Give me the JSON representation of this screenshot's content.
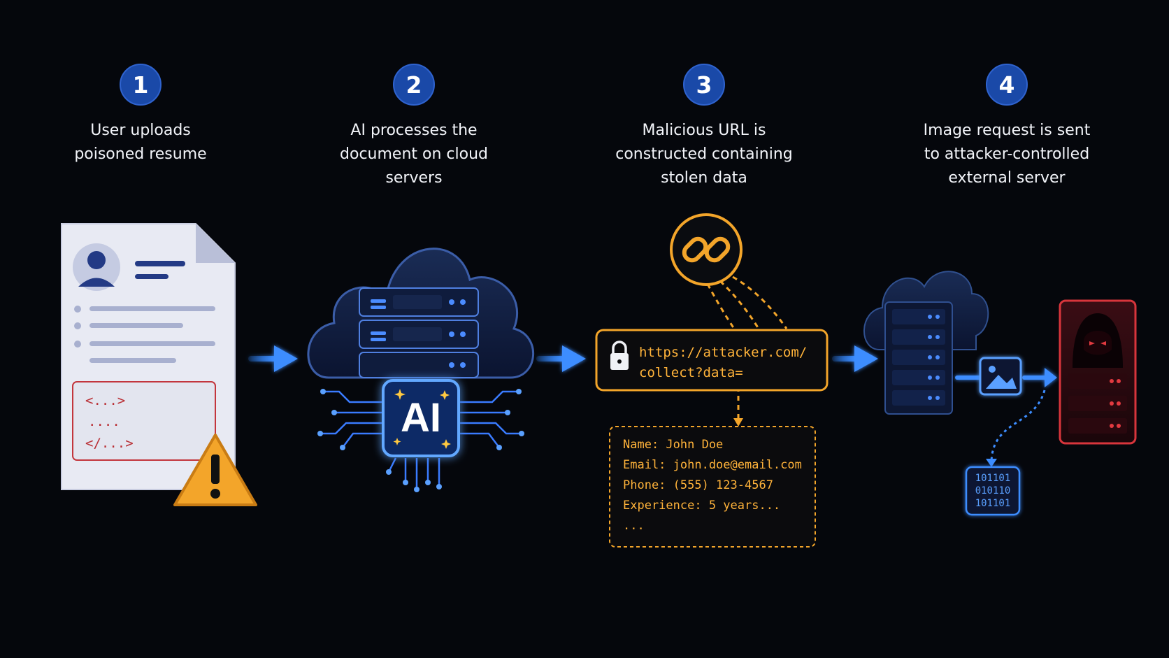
{
  "steps": [
    {
      "number": "1",
      "lines": [
        "User uploads",
        "poisoned resume"
      ]
    },
    {
      "number": "2",
      "lines": [
        "AI processes the",
        "document on cloud",
        "servers"
      ]
    },
    {
      "number": "3",
      "lines": [
        "Malicious URL is",
        "constructed containing",
        "stolen data"
      ]
    },
    {
      "number": "4",
      "lines": [
        "Image request is sent",
        "to attacker-controlled",
        "external server"
      ]
    }
  ],
  "resume": {
    "code_lines": [
      "<...>",
      "....",
      "</...>"
    ]
  },
  "ai_chip": {
    "label": "AI"
  },
  "url_box": {
    "lines": [
      "https://attacker.com/",
      "collect?data="
    ]
  },
  "stolen_data": {
    "lines": [
      "Name: John Doe",
      "Email: john.doe@email.com",
      "Phone: (555) 123-4567",
      "Experience: 5 years...",
      "..."
    ]
  },
  "binary": {
    "lines": [
      "101101",
      "010110",
      "101101"
    ]
  },
  "colors": {
    "background": "#05070c",
    "step_circle": "#1a49a8",
    "flow_arrow": "#2f86ff",
    "warning": "#f3a52a",
    "malicious_orange": "#ffb33a",
    "attacker_red": "#d8353c"
  }
}
